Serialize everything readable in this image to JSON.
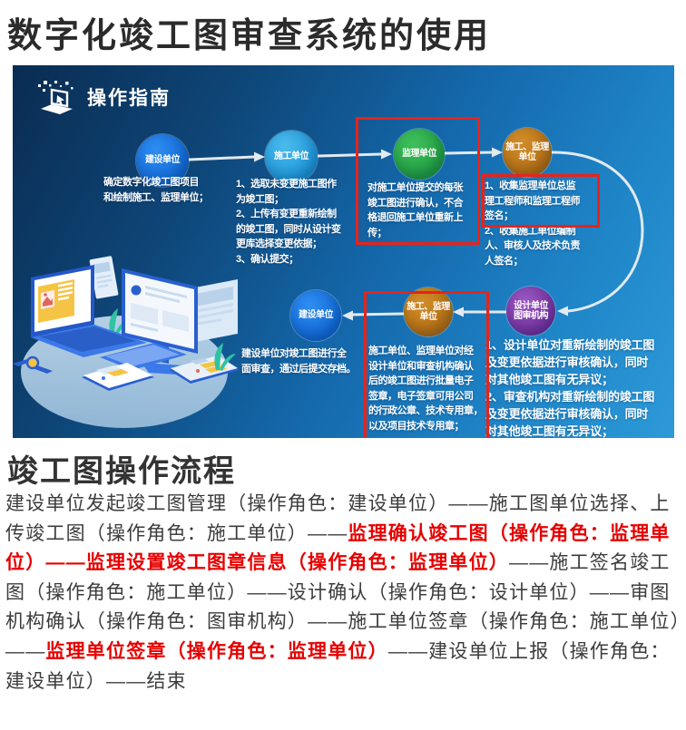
{
  "page": {
    "title": "数字化竣工图审查系统的使用"
  },
  "banner": {
    "header_title": "操作指南",
    "header_icon": "laptop-pixels-icon",
    "colors": {
      "background_start": "#0a2c52",
      "background_end": "#2d9ad8",
      "arrow": "#e2e9f0",
      "highlight_box": "#e8231a",
      "node_blue": "#1572dd",
      "node_cyan": "#2fa9e4",
      "node_green": "#2bae4e",
      "node_orange": "#c07413",
      "node_purple": "#8344a9"
    },
    "nodes": [
      {
        "label_lines": [
          "建设单位"
        ],
        "lines": [
          "确定数字化竣工图项目",
          "和绘制施工、监理单位；"
        ]
      },
      {
        "label_lines": [
          "施工单位"
        ],
        "lines": [
          "1、选取未变更施工图作",
          "为竣工图；",
          "2、上传有变更重新绘制",
          "的竣工图，同时从设计变",
          "更库选择变更依据；",
          "3、确认提交；"
        ]
      },
      {
        "label_lines": [
          "监理单位"
        ],
        "lines": [
          "对施工单位提交的每张",
          "竣工图进行确认，不合",
          "格退回施工单位重新上",
          "传；"
        ]
      },
      {
        "label_lines": [
          "施工、监理",
          "单位"
        ],
        "lines": [
          "1、收集监理单位总监",
          "理工程师和监理工程师",
          "签名；",
          "2、收集施工单位编制",
          "人、审核人及技术负责",
          "人签名；"
        ]
      },
      {
        "label_lines": [
          "设计单位",
          "图审机构"
        ],
        "lines": [
          "1、设计单位对重新绘制的竣工图",
          "及变更依据进行审核确认，同时",
          "对其他竣工图有无异议；",
          "2、审查机构对重新绘制的竣工图",
          "及变更依据进行审核确认，同时",
          "对其他竣工图有无异议；"
        ]
      },
      {
        "label_lines": [
          "施工、监理",
          "单位"
        ],
        "lines": [
          "施工单位、监理单位对经",
          "设计单位和审查机构确认",
          "后的竣工图进行批量电子",
          "签章，电子签章可用公司",
          "的行政公章、技术专用章，",
          "以及项目技术专用章；"
        ]
      },
      {
        "label_lines": [
          "建设单位"
        ],
        "lines": [
          "建设单位对竣工图进行全",
          "面审查，通过后提交存档。"
        ]
      }
    ]
  },
  "flow": {
    "heading": "竣工图操作流程",
    "text_color": "#3c3c3c",
    "highlight_color": "#e60000",
    "segments": [
      {
        "style": "normal",
        "text": "建设单位发起竣工图管理（操作角色：建设单位）——施工图单位选择、上传竣工图（操作角色：施工单位）——"
      },
      {
        "style": "red-bold",
        "text": "监理确认竣工图（操作角色：监理单位）——监理设置竣工图章信息（操作角色：监理单位）"
      },
      {
        "style": "normal",
        "text": "——施工签名竣工图（操作角色：施工单位）——设计确认（操作角色：设计单位）——审图机构确认（操作角色：图审机构）——施工单位签章（操作角色：施工单位）——"
      },
      {
        "style": "red-bold",
        "text": "监理单位签章（操作角色：监理单位）"
      },
      {
        "style": "normal",
        "text": "——建设单位上报（操作角色：建设单位）——结束"
      }
    ]
  }
}
